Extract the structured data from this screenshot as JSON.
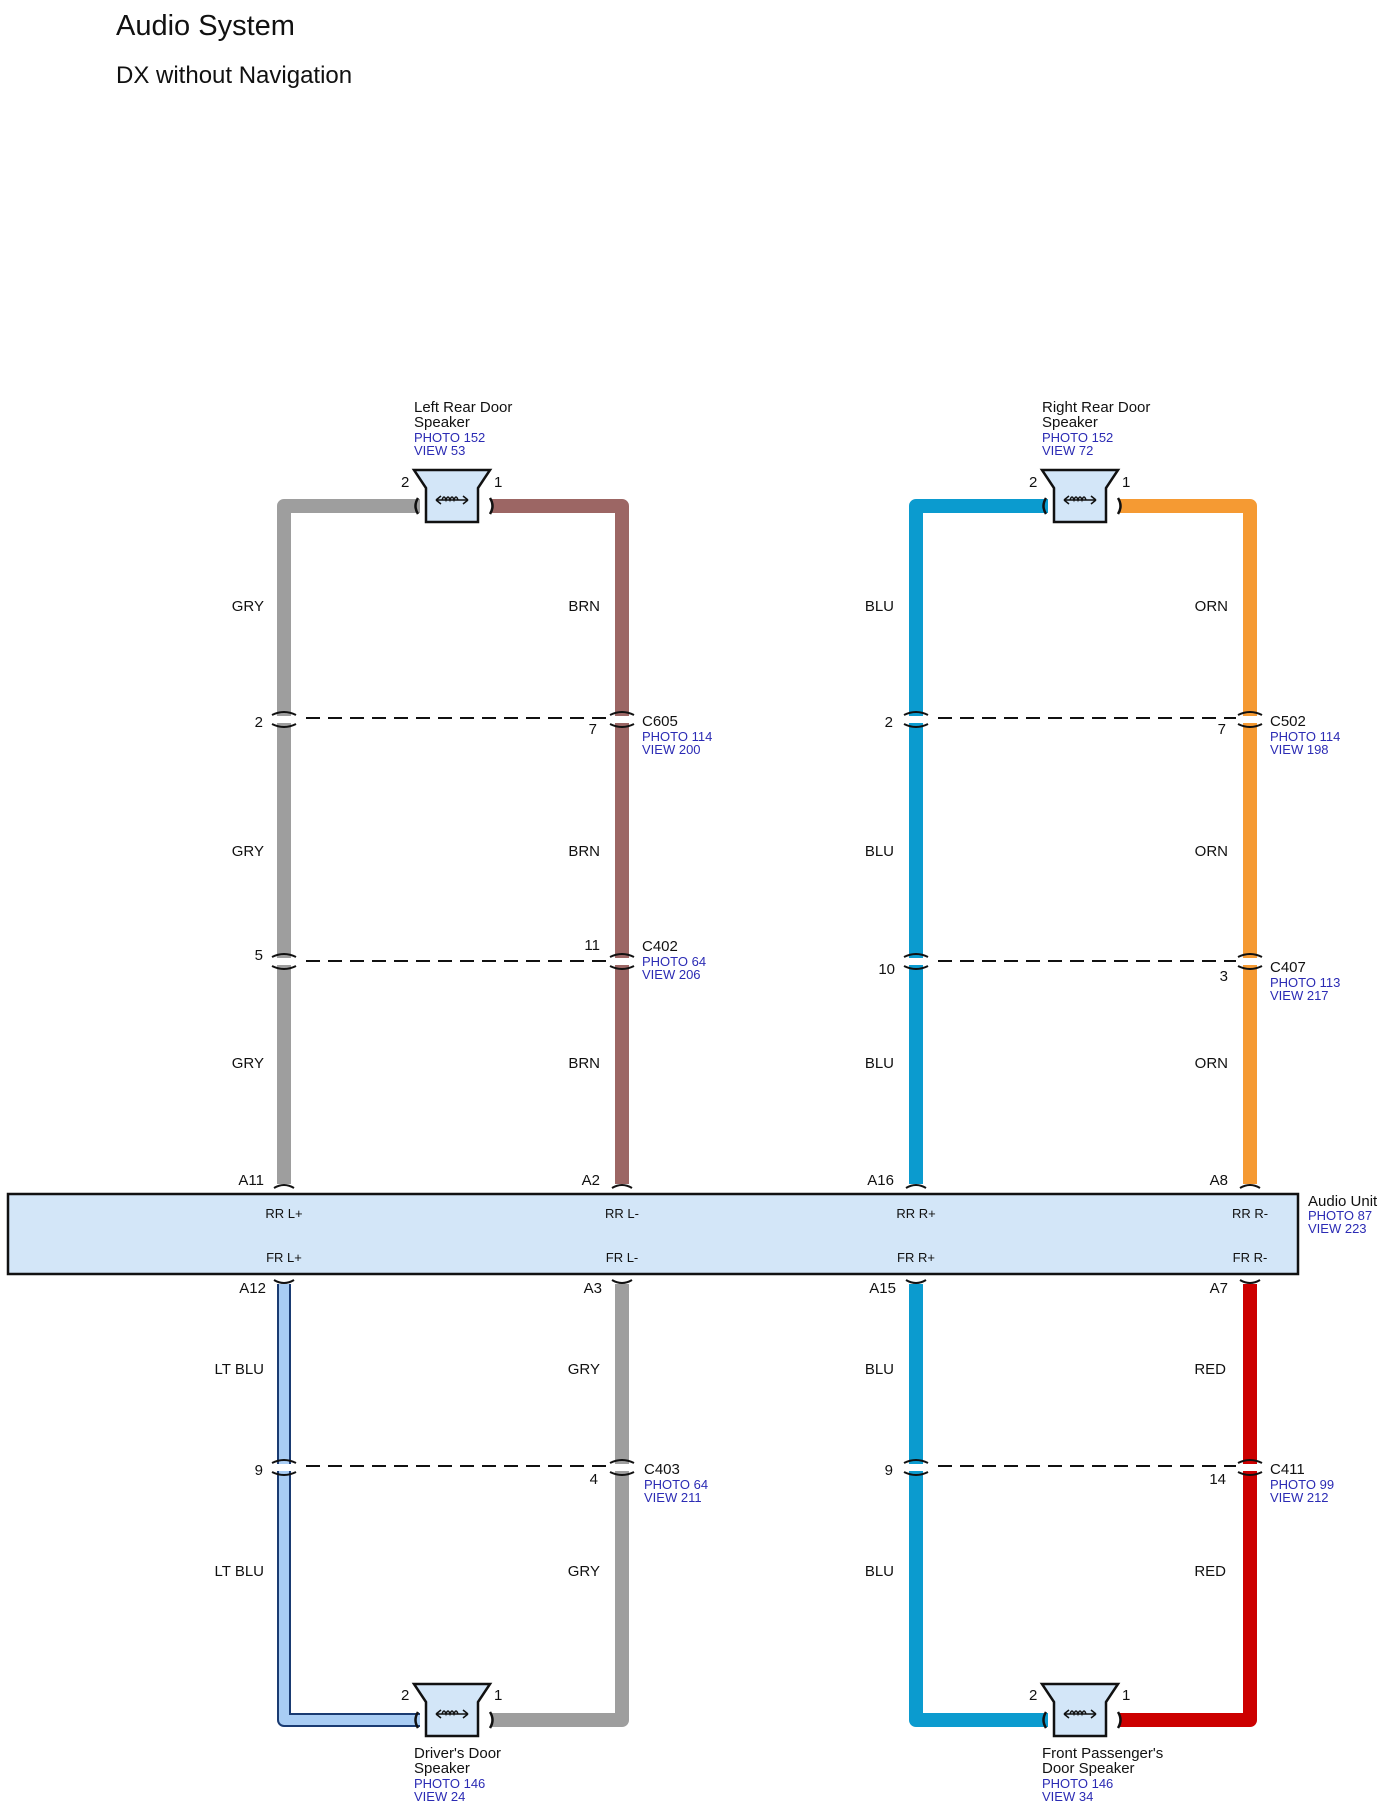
{
  "header": {
    "title": "Audio System",
    "subtitle": "DX without Navigation"
  },
  "colors": {
    "GRY": "#9e9e9e",
    "BRN": "#9c6664",
    "BLU": "#0b9bcf",
    "ORN": "#f59a33",
    "LT BLU": "#a9cdf4",
    "RED": "#cc0000",
    "component_fill": "#d3e6f8",
    "link_text": "#2b2bb4"
  },
  "audio_unit": {
    "name": "Audio Unit",
    "photo": "PHOTO 87",
    "view": "VIEW 223",
    "pins_top": [
      {
        "pin": "A11",
        "signal": "RR L+"
      },
      {
        "pin": "A2",
        "signal": "RR L-"
      },
      {
        "pin": "A16",
        "signal": "RR R+"
      },
      {
        "pin": "A8",
        "signal": "RR R-"
      }
    ],
    "pins_bottom": [
      {
        "pin": "A12",
        "signal": "FR L+"
      },
      {
        "pin": "A3",
        "signal": "FR L-"
      },
      {
        "pin": "A15",
        "signal": "FR R+"
      },
      {
        "pin": "A7",
        "signal": "FR R-"
      }
    ]
  },
  "speakers": {
    "left_rear": {
      "line1": "Left Rear Door",
      "line2": "Speaker",
      "photo": "PHOTO 152",
      "view": "VIEW 53",
      "pin_left": "2",
      "pin_right": "1"
    },
    "right_rear": {
      "line1": "Right Rear Door",
      "line2": "Speaker",
      "photo": "PHOTO 152",
      "view": "VIEW 72",
      "pin_left": "2",
      "pin_right": "1"
    },
    "driver": {
      "line1": "Driver's Door",
      "line2": "Speaker",
      "photo": "PHOTO 146",
      "view": "VIEW 24",
      "pin_left": "2",
      "pin_right": "1"
    },
    "front_passenger": {
      "line1": "Front Passenger's",
      "line2": "Door Speaker",
      "photo": "PHOTO 146",
      "view": "VIEW 34",
      "pin_left": "2",
      "pin_right": "1"
    }
  },
  "connectors": {
    "C605": {
      "name": "C605",
      "photo": "PHOTO 114",
      "view": "VIEW 200",
      "pin_left": "2",
      "pin_right": "7"
    },
    "C402": {
      "name": "C402",
      "photo": "PHOTO 64",
      "view": "VIEW 206",
      "pin_left": "5",
      "pin_right": "11"
    },
    "C502": {
      "name": "C502",
      "photo": "PHOTO 114",
      "view": "VIEW 198",
      "pin_left": "2",
      "pin_right": "7"
    },
    "C407": {
      "name": "C407",
      "photo": "PHOTO 113",
      "view": "VIEW 217",
      "pin_left": "10",
      "pin_right": "3"
    },
    "C403": {
      "name": "C403",
      "photo": "PHOTO 64",
      "view": "VIEW 211",
      "pin_left": "9",
      "pin_right": "4"
    },
    "C411": {
      "name": "C411",
      "photo": "PHOTO 99",
      "view": "VIEW 212",
      "pin_left": "9",
      "pin_right": "14"
    }
  },
  "wires": {
    "rear_left_plus": [
      "GRY",
      "GRY",
      "GRY"
    ],
    "rear_left_minus": [
      "BRN",
      "BRN",
      "BRN"
    ],
    "rear_right_plus": [
      "BLU",
      "BLU",
      "BLU"
    ],
    "rear_right_minus": [
      "ORN",
      "ORN",
      "ORN"
    ],
    "front_left_plus": [
      "LT BLU",
      "LT BLU"
    ],
    "front_left_minus": [
      "GRY",
      "GRY"
    ],
    "front_right_plus": [
      "BLU",
      "BLU"
    ],
    "front_right_minus": [
      "RED",
      "RED"
    ]
  }
}
